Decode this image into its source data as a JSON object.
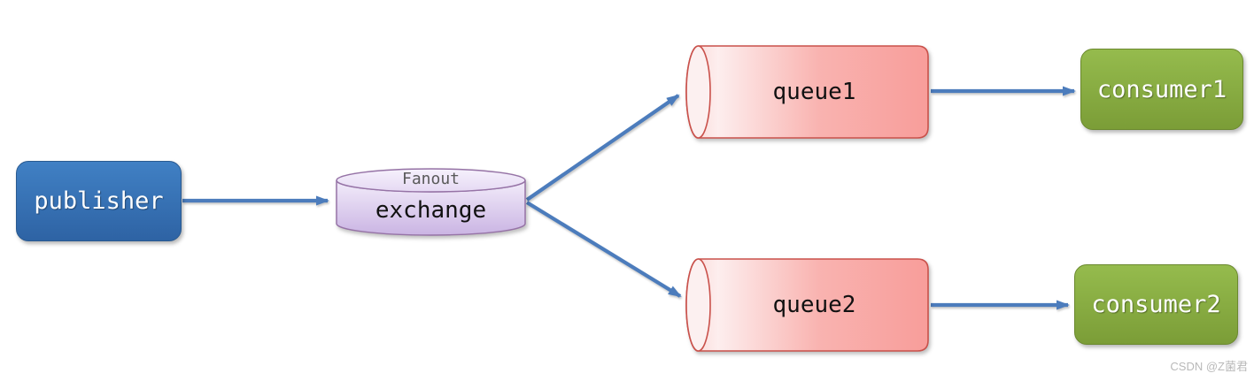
{
  "diagram": {
    "kind": "rabbitmq-fanout-exchange",
    "nodes": {
      "publisher": {
        "label": "publisher"
      },
      "exchange": {
        "label": "exchange",
        "type_label": "Fanout"
      },
      "queue1": {
        "label": "queue1"
      },
      "queue2": {
        "label": "queue2"
      },
      "consumer1": {
        "label": "consumer1"
      },
      "consumer2": {
        "label": "consumer2"
      }
    },
    "edges": [
      {
        "from": "publisher",
        "to": "exchange"
      },
      {
        "from": "exchange",
        "to": "queue1"
      },
      {
        "from": "exchange",
        "to": "queue2"
      },
      {
        "from": "queue1",
        "to": "consumer1"
      },
      {
        "from": "queue2",
        "to": "consumer2"
      }
    ],
    "colors": {
      "publisher_fill_top": "#4080c4",
      "publisher_fill_bottom": "#2e63a4",
      "publisher_border": "#2a5a90",
      "exchange_fill_top": "#f2ecfa",
      "exchange_fill_bottom": "#cab4e3",
      "exchange_border": "#9673a6",
      "queue_fill_light": "#fdeeee",
      "queue_fill_dark": "#f89d9a",
      "queue_border": "#c9514b",
      "consumer_fill_top": "#95bb4d",
      "consumer_fill_bottom": "#7b9d37",
      "consumer_border": "#6b892e",
      "arrow": "#4c7cbc",
      "exchange_type_text": "#5a5a5a",
      "watermark_text": "#b9b9b9"
    }
  },
  "watermark": "CSDN @Z菌君"
}
